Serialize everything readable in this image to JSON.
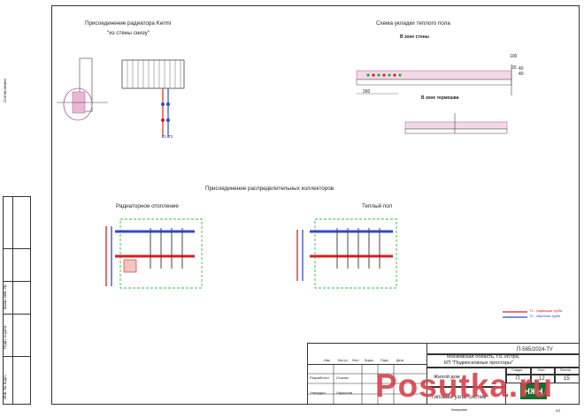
{
  "sections": {
    "radiator_title_1": "Присоединение радиатора Kermi",
    "radiator_title_2": "\"из стены снизу\"",
    "floor_title": "Схема укладки теплого пола",
    "zone_wall": "В зоне стены",
    "zone_thermal": "В зоне термошва",
    "collectors_title": "Присоединение распределительных коллекторов",
    "radiator_heating": "Радиаторное отопление",
    "warm_floor": "Теплый пол"
  },
  "radiator_notes": [],
  "pipe_labels": {
    "t1": "Т1",
    "t2": "Т2"
  },
  "radiator_collector_notes": [],
  "floor_collector_notes": [],
  "legend": {
    "t1": "Т1 - подающая труба",
    "t2": "Т2 - обратная труба"
  },
  "floor_dims": [
    "100",
    "20",
    "40",
    "40",
    "260"
  ],
  "title_block": {
    "code": "П-585/2024-ТУ",
    "address_1": "Московская область, г.о. Истра,",
    "address_2": "КП \"Подмосковные просторы\"",
    "object": "Жилой дом",
    "sheet_title": "Типовые узлы систем",
    "stage_h": "Стадия",
    "sheet_h": "Лист",
    "sheets_h": "Листов",
    "stage": "П",
    "sheet": "12",
    "sheets": "15",
    "role_dev": "Разработал",
    "name_dev": "Стасюк",
    "role_appr": "Утвердил",
    "name_appr": "Ларионов",
    "col_izm": "Изм.",
    "col_kol": "Кол.уч",
    "col_list": "Лист",
    "col_doc": "№док.",
    "col_sign": "Подп.",
    "col_date": "Дата",
    "copied": "Копировал",
    "format": "А3"
  },
  "side_stamp": {
    "agreed": "Согласовано",
    "inv_podl": "Инв. № подл.",
    "sign_date": "Подп. и дата",
    "vzam": "Взам. инв. №"
  },
  "watermark": "Posutka.ru",
  "logo": "НЖН"
}
